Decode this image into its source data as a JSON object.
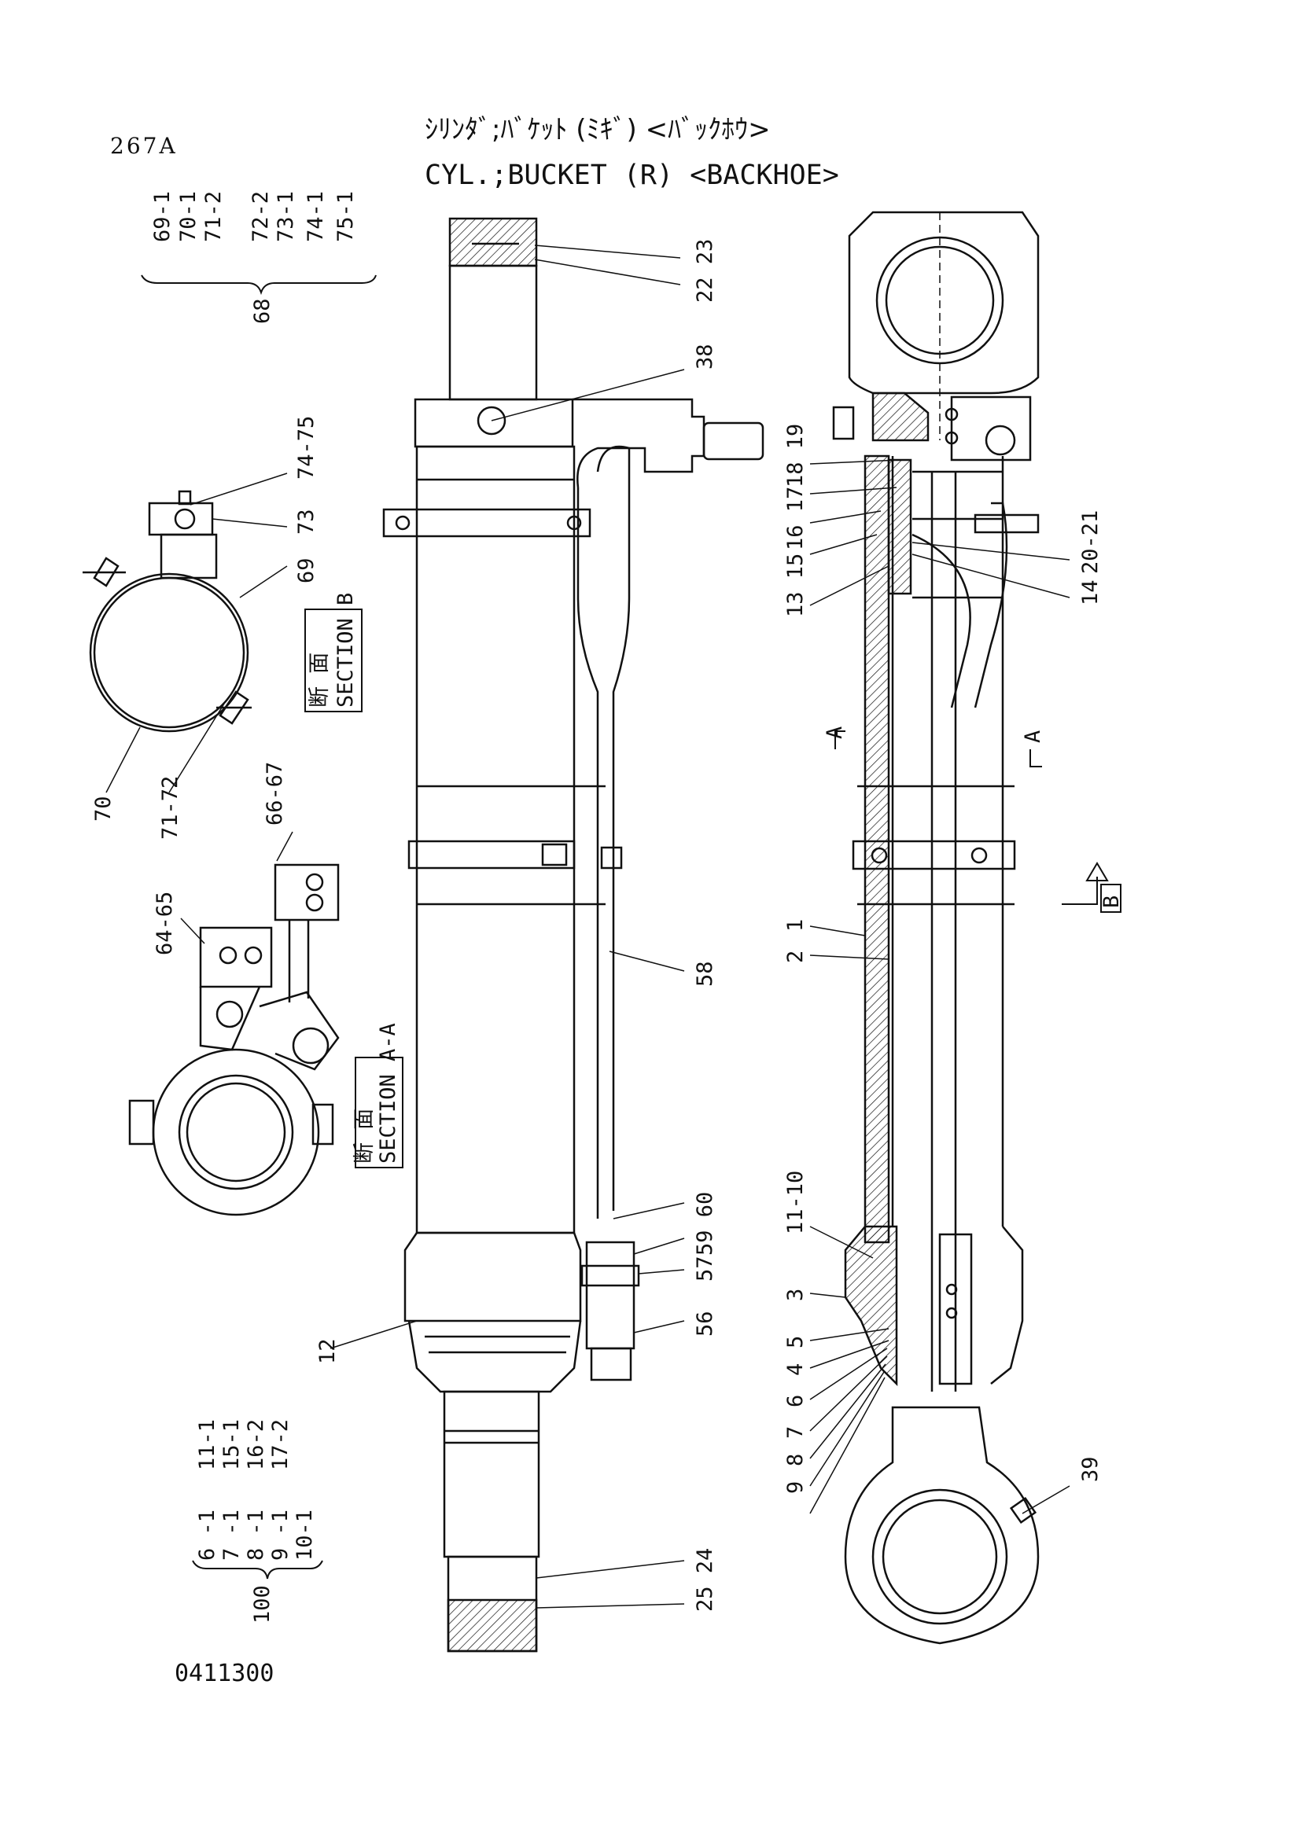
{
  "page": {
    "page_number": "267A",
    "title_jp": "ｼﾘﾝﾀﾞ;ﾊﾞｹｯﾄ (ﾐｷﾞ) <ﾊﾞｯｸﾎｳ>",
    "title_en": "CYL.;BUCKET (R) <BACKHOE>",
    "drawing_number": "0411300"
  },
  "kit_68": {
    "group": "68",
    "items": [
      "69-1",
      "70-1",
      "71-2",
      "72-2",
      "73-1",
      "74-1",
      "75-1"
    ]
  },
  "kit_100": {
    "group": "100",
    "items": [
      "6 -1",
      "7 -1",
      "8 -1",
      "9 -1",
      "10-1",
      "11-1",
      "15-1",
      "16-2",
      "17-2"
    ]
  },
  "sections": {
    "section_b_kanji": "断 面",
    "section_b_label": "SECTION B",
    "section_aa_kanji": "断 面",
    "section_aa_label": "SECTION A-A",
    "view_b_arrow": "B",
    "cut_a_left": "A",
    "cut_a_right": "A"
  },
  "callouts": {
    "c_23_22": "22 23",
    "c_22": "22",
    "c_38": "38",
    "c_74_75": "74-75",
    "c_73": "73",
    "c_69": "69",
    "c_70": "70",
    "c_71_72": "71-72",
    "c_66_67": "66-67",
    "c_64_65": "64-65",
    "c_58": "58",
    "c_60_59": "59 60",
    "c_57": "57",
    "c_56": "56",
    "c_12": "12",
    "c_24_25": "25 24",
    "c_19": "18 19",
    "c_17": "16 17",
    "c_13_15": "13 15",
    "c_14": "14",
    "c_20_21": "20-21",
    "c_1": "1",
    "c_2": "2",
    "c_11_10": "11-10",
    "c_3": "3",
    "c_5": "5",
    "c_4": "4",
    "c_6": "6",
    "c_7": "7",
    "c_8": "8",
    "c_9": "9",
    "c_39": "39"
  }
}
